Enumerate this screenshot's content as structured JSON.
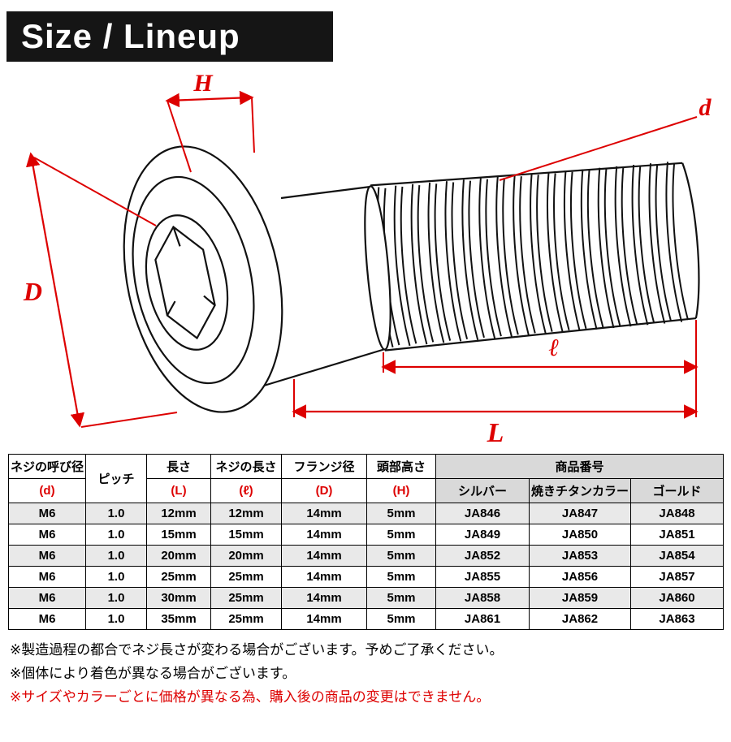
{
  "title": "Size / Lineup",
  "diagram": {
    "dim_head_height": "H",
    "dim_thread_dia": "d",
    "dim_flange_dia": "D",
    "dim_thread_length": "ℓ",
    "dim_total_length": "L"
  },
  "table": {
    "header": {
      "nominal": "ネジの呼び径",
      "nominal_sym": "(d)",
      "pitch": "ピッチ",
      "length": "長さ",
      "length_sym": "(L)",
      "thread_length": "ネジの長さ",
      "thread_length_sym": "(ℓ)",
      "flange_dia": "フランジ径",
      "flange_dia_sym": "(D)",
      "head_height": "頭部高さ",
      "head_height_sym": "(H)",
      "product_no": "商品番号",
      "silver": "シルバー",
      "titanium": "焼きチタンカラー",
      "gold": "ゴールド"
    },
    "rows": [
      [
        "M6",
        "1.0",
        "12mm",
        "12mm",
        "14mm",
        "5mm",
        "JA846",
        "JA847",
        "JA848"
      ],
      [
        "M6",
        "1.0",
        "15mm",
        "15mm",
        "14mm",
        "5mm",
        "JA849",
        "JA850",
        "JA851"
      ],
      [
        "M6",
        "1.0",
        "20mm",
        "20mm",
        "14mm",
        "5mm",
        "JA852",
        "JA853",
        "JA854"
      ],
      [
        "M6",
        "1.0",
        "25mm",
        "25mm",
        "14mm",
        "5mm",
        "JA855",
        "JA856",
        "JA857"
      ],
      [
        "M6",
        "1.0",
        "30mm",
        "25mm",
        "14mm",
        "5mm",
        "JA858",
        "JA859",
        "JA860"
      ],
      [
        "M6",
        "1.0",
        "35mm",
        "25mm",
        "14mm",
        "5mm",
        "JA861",
        "JA862",
        "JA863"
      ]
    ]
  },
  "notes": [
    "※製造過程の都合でネジ長さが変わる場合がございます。予めご了承ください。",
    "※個体により着色が異なる場合がございます。",
    "※サイズやカラーごとに価格が異なる為、購入後の商品の変更はできません。"
  ],
  "colors": {
    "accent_red": "#dd0000",
    "header_gray": "#d9d9d9",
    "row_alt_gray": "#e9e9e9",
    "title_bg": "#151515"
  }
}
